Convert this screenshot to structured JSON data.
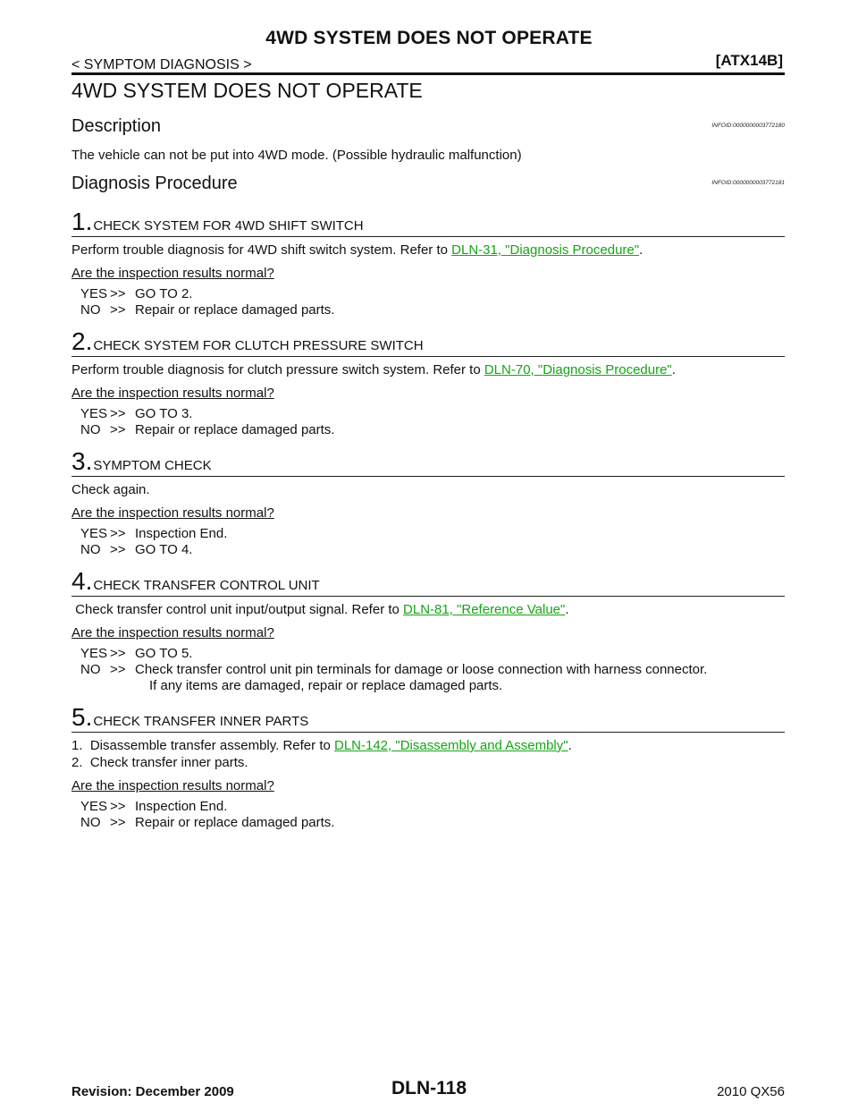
{
  "header": {
    "title": "4WD SYSTEM DOES NOT OPERATE",
    "section": "< SYMPTOM DIAGNOSIS >",
    "model_code": "[ATX14B]"
  },
  "page_title": "4WD SYSTEM DOES NOT OPERATE",
  "description": {
    "heading": "Description",
    "infoid": "INFOID:0000000003772180",
    "text": "The vehicle can not be put into 4WD mode.  (Possible hydraulic malfunction)"
  },
  "procedure": {
    "heading": "Diagnosis Procedure",
    "infoid": "INFOID:0000000003772181"
  },
  "question": "Are the inspection results normal?",
  "arrow": ">>",
  "steps": [
    {
      "num": "1.",
      "title": "CHECK SYSTEM FOR 4WD SHIFT SWITCH",
      "pre": "Perform trouble diagnosis for 4WD shift switch system. Refer to ",
      "link": "DLN-31, \"Diagnosis Procedure\"",
      "post": ".",
      "yes_key": "YES",
      "yes": "GO TO 2.",
      "no_key": "NO",
      "no": "Repair or replace damaged parts."
    },
    {
      "num": "2.",
      "title": "CHECK SYSTEM FOR CLUTCH PRESSURE SWITCH",
      "pre": "Perform trouble diagnosis for clutch pressure switch system. Refer to ",
      "link": "DLN-70, \"Diagnosis Procedure\"",
      "post": ".",
      "yes_key": "YES",
      "yes": "GO TO 3.",
      "no_key": "NO",
      "no": "Repair or replace damaged parts."
    },
    {
      "num": "3.",
      "title": "SYMPTOM CHECK",
      "text": "Check again.",
      "yes_key": "YES",
      "yes": "Inspection End.",
      "no_key": "NO",
      "no": "GO TO 4."
    },
    {
      "num": "4.",
      "title": "CHECK TRANSFER CONTROL UNIT",
      "pre": " Check transfer control unit input/output signal. Refer to ",
      "link": "DLN-81, \"Reference Value\"",
      "post": ".",
      "yes_key": "YES",
      "yes": "GO TO 5.",
      "no_key": "NO",
      "no": "Check transfer control unit pin terminals for damage or loose connection with harness connector.",
      "no_cont": "If any items are damaged, repair or replace damaged parts."
    },
    {
      "num": "5.",
      "title": "CHECK TRANSFER INNER PARTS",
      "list1_pre": "1.  Disassemble transfer assembly. Refer to ",
      "list1_link": "DLN-142, \"Disassembly and Assembly\"",
      "list1_post": ".",
      "list2": "2.  Check transfer inner parts.",
      "yes_key": "YES",
      "yes": "Inspection End.",
      "no_key": "NO",
      "no": "Repair or replace damaged parts."
    }
  ],
  "footer": {
    "revision": "Revision: December 2009",
    "page": "DLN-118",
    "model": "2010 QX56"
  }
}
